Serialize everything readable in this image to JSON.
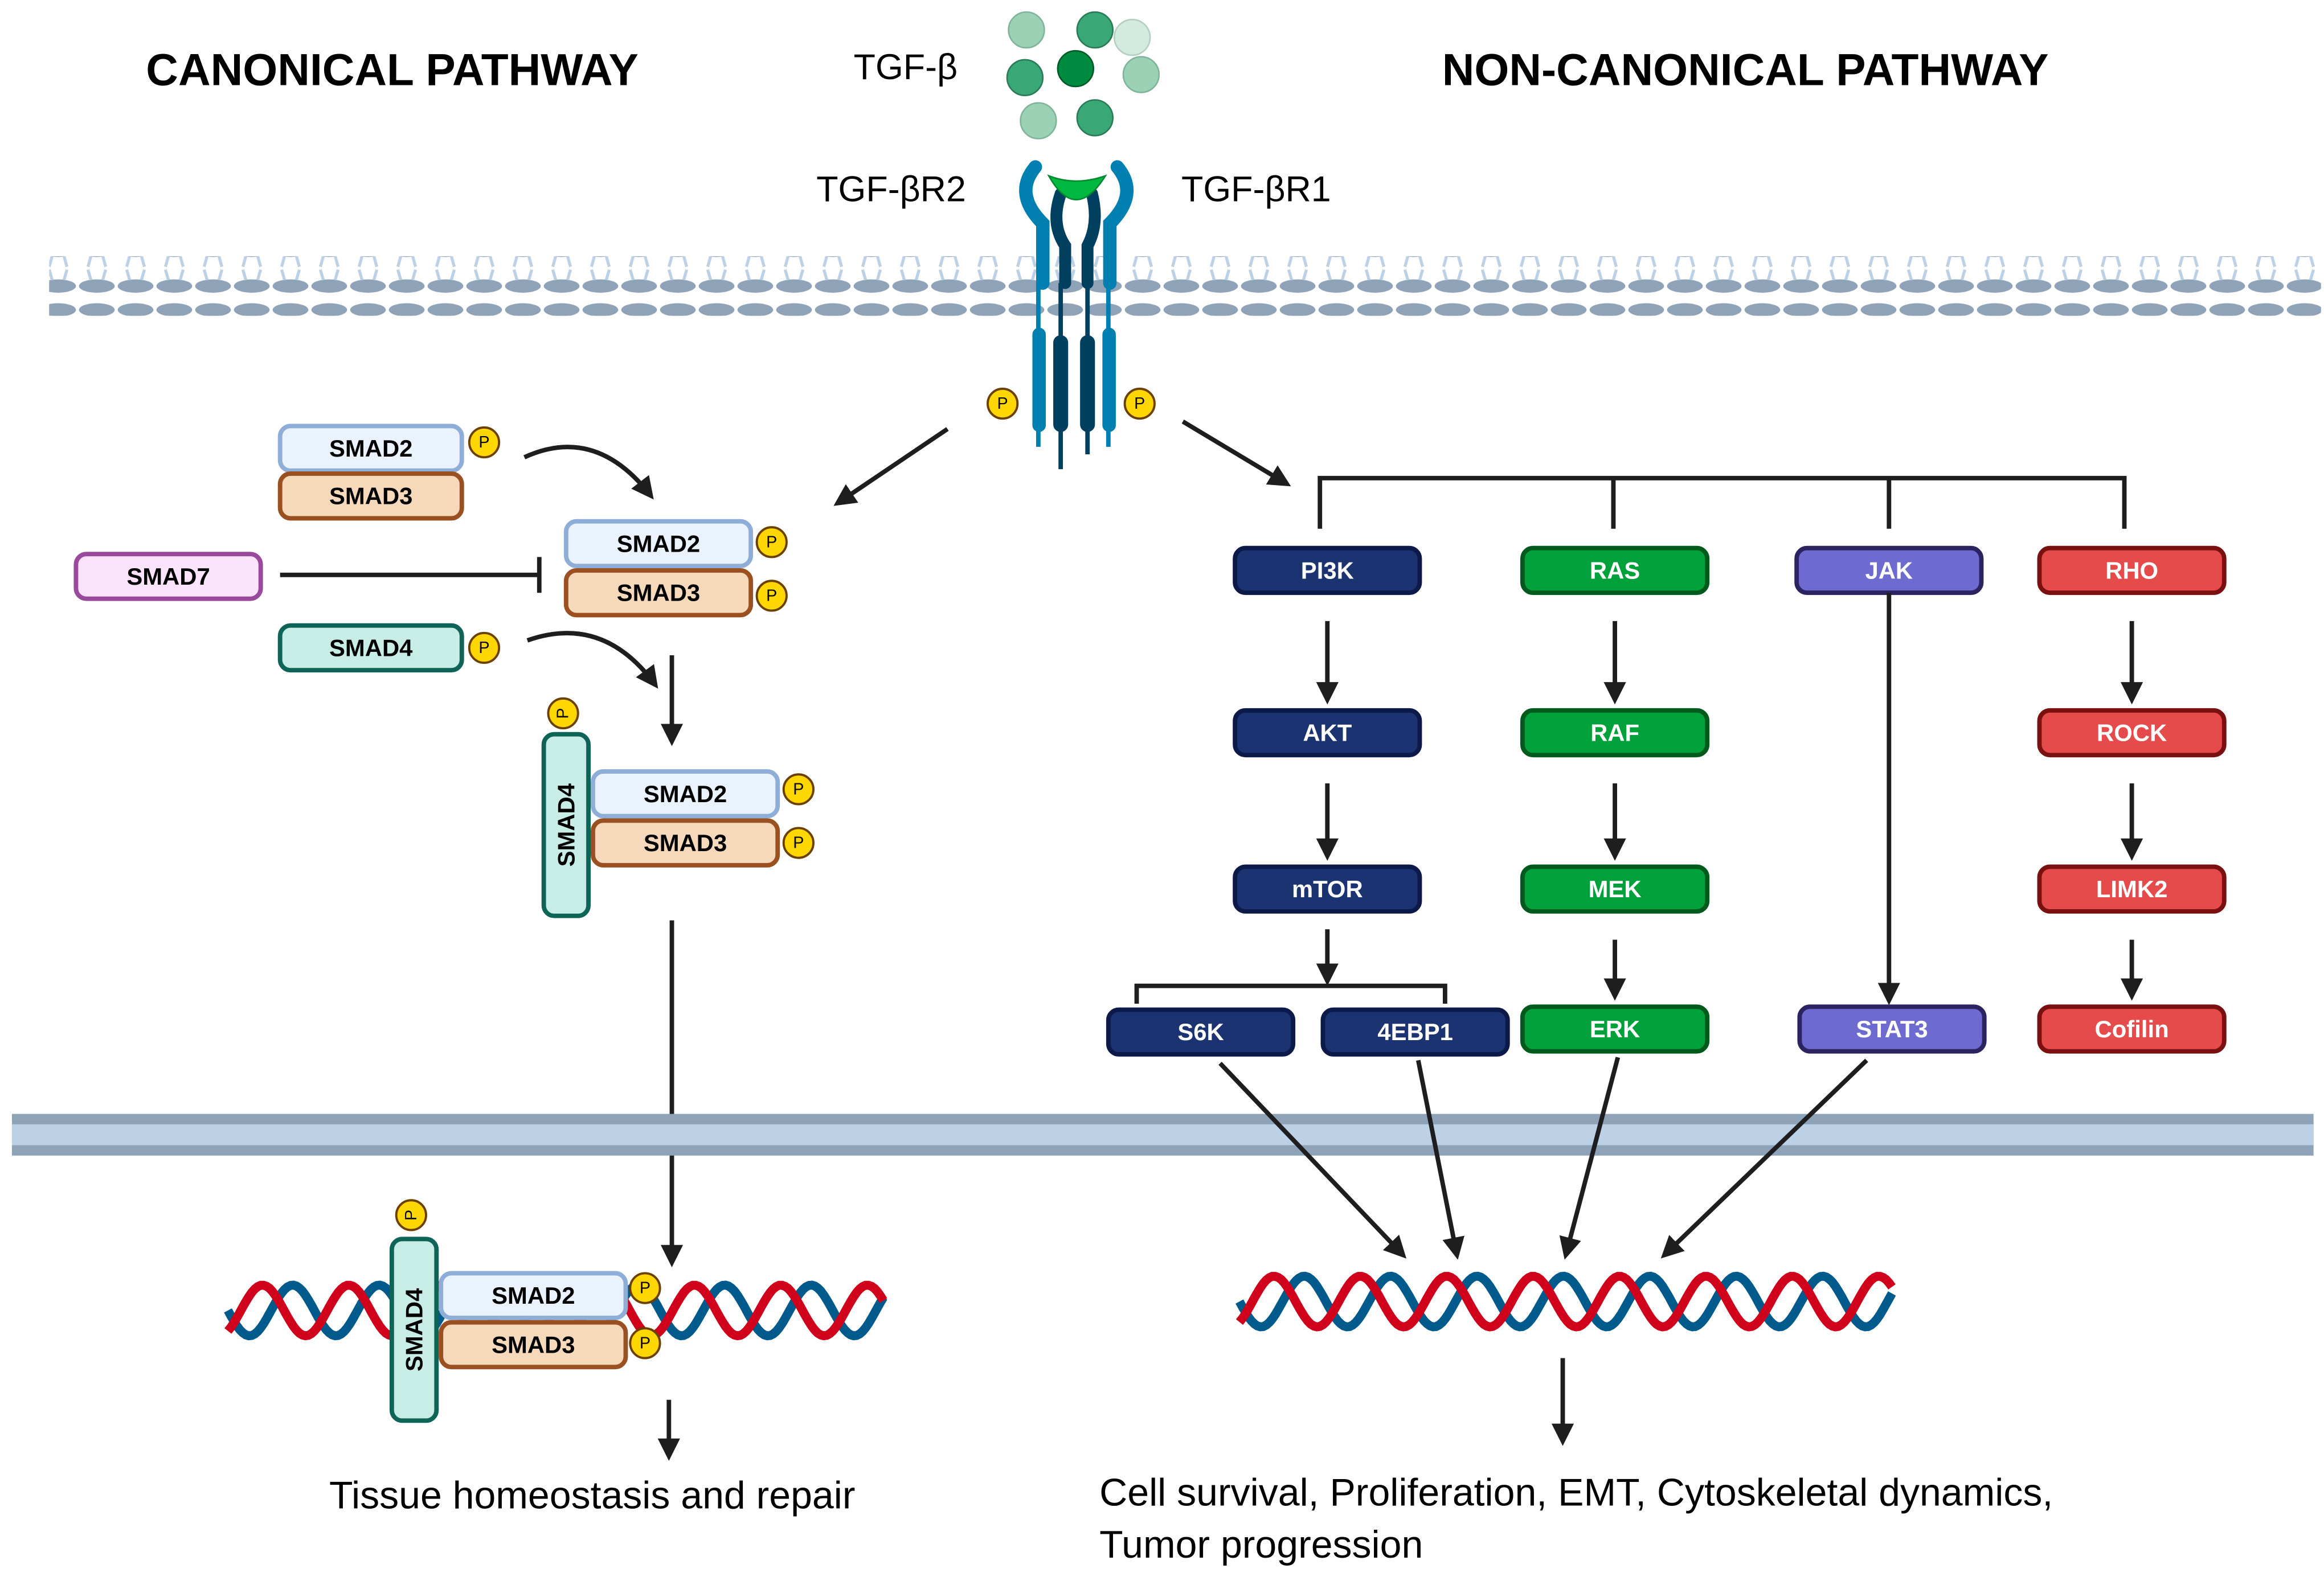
{
  "titles": {
    "canonical": "CANONICAL PATHWAY",
    "non_canonical": "NON-CANONICAL PATHWAY"
  },
  "ligand": {
    "label": "TGF-β",
    "icon": "ligand-molecules-icon"
  },
  "receptors": {
    "r2": "TGF-βR2",
    "r1": "TGF-βR1",
    "icon": "receptor-complex-icon"
  },
  "phospho_label": "P",
  "canonical": {
    "inactive_complex": {
      "smad2": "SMAD2",
      "smad3": "SMAD3"
    },
    "inhibitor": "SMAD7",
    "active_complex": {
      "smad2": "SMAD2",
      "smad3": "SMAD3"
    },
    "co_smad": "SMAD4",
    "trimer": {
      "smad4": "SMAD4",
      "smad2": "SMAD2",
      "smad3": "SMAD3"
    },
    "nuclear": {
      "smad4": "SMAD4",
      "smad2": "SMAD2",
      "smad3": "SMAD3"
    },
    "outcome": "Tissue homeostasis and repair"
  },
  "non_canonical": {
    "branches": [
      {
        "name": "pi3k",
        "nodes": [
          "PI3K",
          "AKT",
          "mTOR"
        ],
        "terminal": [
          "S6K",
          "4EBP1"
        ],
        "color": "#1b3370",
        "border": "#0b1a48"
      },
      {
        "name": "ras",
        "nodes": [
          "RAS",
          "RAF",
          "MEK",
          "ERK"
        ],
        "color": "#00a03a",
        "border": "#005a1c"
      },
      {
        "name": "jak",
        "nodes": [
          "JAK",
          "STAT3"
        ],
        "color": "#6d6bd0",
        "border": "#2b2460"
      },
      {
        "name": "rho",
        "nodes": [
          "RHO",
          "ROCK",
          "LIMK2",
          "Cofilin"
        ],
        "color": "#e64b4b",
        "border": "#7a1010"
      }
    ],
    "outcome_line1": "Cell survival, Proliferation, EMT, Cytoskeletal dynamics,",
    "outcome_line2": "Tumor progression"
  },
  "colors": {
    "smad2_fill": "#eaf3fd",
    "smad2_border": "#8eaed8",
    "smad3_fill": "#f6d9bb",
    "smad3_border": "#9a5020",
    "smad4_fill": "#c8ece6",
    "smad4_border": "#0e6457",
    "smad7_fill": "#fbe3fb",
    "smad7_border": "#9a4a9a",
    "phospho_fill": "#ffd700",
    "phospho_border": "#6b4000",
    "membrane_head": "#8fa3b8",
    "membrane_tail": "#bcd0e6",
    "dna_red": "#d0021b",
    "dna_blue": "#005a8c"
  }
}
